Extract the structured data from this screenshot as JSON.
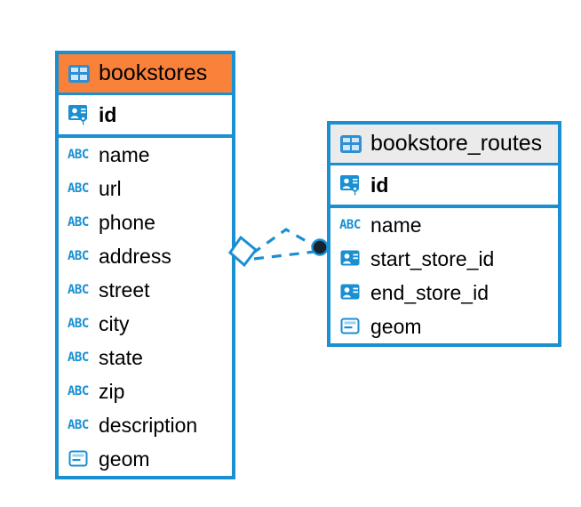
{
  "diagram": {
    "type": "entity-relationship-diagram",
    "background": "#ffffff",
    "accent_color": "#1a8fd1",
    "selected_header_color": "#f9813a",
    "normal_header_color": "#ebebeb"
  },
  "tables": [
    {
      "name": "bookstores",
      "selected": true,
      "header_icon": "table-icon",
      "primary_key": {
        "label": "id",
        "icon": "primary-key-icon"
      },
      "fields": [
        {
          "label": "name",
          "icon": "text-field-icon"
        },
        {
          "label": "url",
          "icon": "text-field-icon"
        },
        {
          "label": "phone",
          "icon": "text-field-icon"
        },
        {
          "label": "address",
          "icon": "text-field-icon"
        },
        {
          "label": "street",
          "icon": "text-field-icon"
        },
        {
          "label": "city",
          "icon": "text-field-icon"
        },
        {
          "label": "state",
          "icon": "text-field-icon"
        },
        {
          "label": "zip",
          "icon": "text-field-icon"
        },
        {
          "label": "description",
          "icon": "text-field-icon"
        },
        {
          "label": "geom",
          "icon": "geometry-field-icon"
        }
      ]
    },
    {
      "name": "bookstore_routes",
      "selected": false,
      "header_icon": "table-icon",
      "primary_key": {
        "label": "id",
        "icon": "primary-key-icon"
      },
      "fields": [
        {
          "label": "name",
          "icon": "text-field-icon"
        },
        {
          "label": "start_store_id",
          "icon": "foreign-key-icon"
        },
        {
          "label": "end_store_id",
          "icon": "foreign-key-icon"
        },
        {
          "label": "geom",
          "icon": "geometry-field-icon"
        }
      ]
    }
  ],
  "relationship": {
    "style": "dashed",
    "color": "#1a8fd1",
    "source_endpoint": "diamond",
    "target_endpoint": "filled-circle",
    "target_endpoint_color": "#16232e"
  },
  "icon_text": {
    "abc": "ABC"
  }
}
